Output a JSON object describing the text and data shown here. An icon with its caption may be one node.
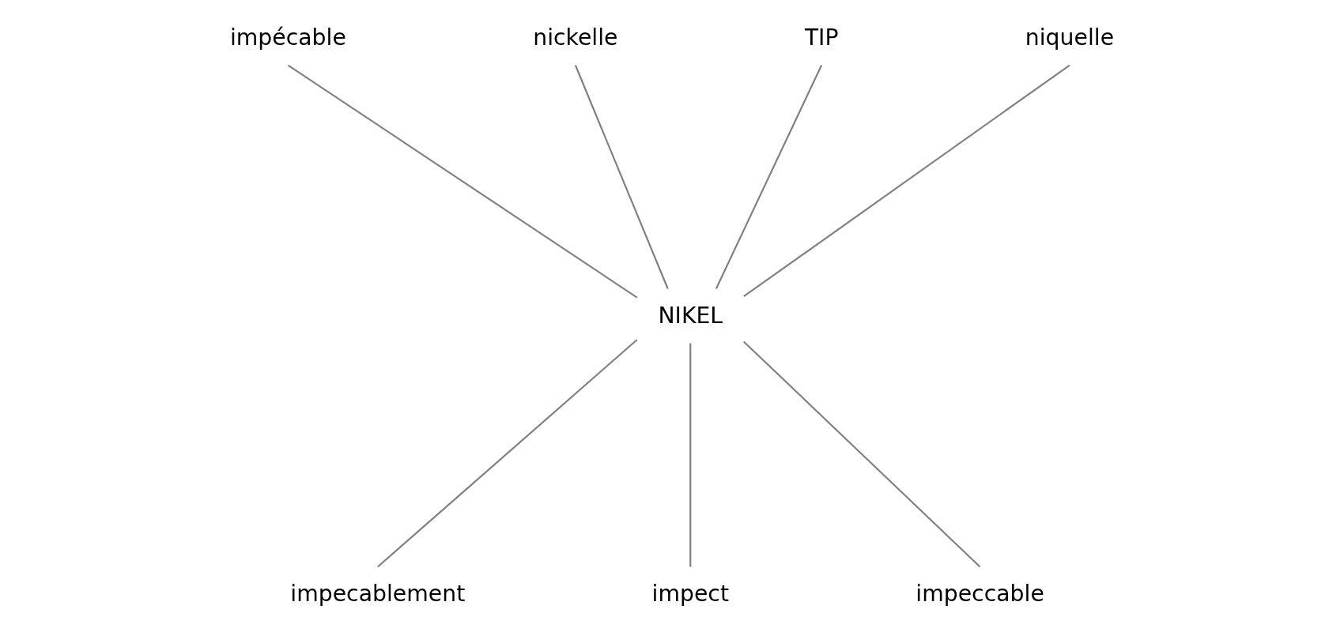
{
  "diagram": {
    "nodes": [
      {
        "text": [
          "nickelle"
        ]
      },
      {
        "text": [
          "TIP"
        ]
      },
      {
        "text": [
          "impécable"
        ]
      },
      {
        "text": [
          "niquelle"
        ]
      },
      {
        "text": [
          "NIKEL"
        ]
      },
      {
        "text": [
          "impecablement"
        ]
      },
      {
        "text": [
          "impeccable"
        ]
      },
      {
        "text": [
          "impect"
        ]
      }
    ],
    "edges": [
      {
        "from": 2,
        "to": 4,
        "arrow": "none"
      },
      {
        "from": 0,
        "to": 4,
        "arrow": "none"
      },
      {
        "from": 1,
        "to": 4,
        "arrow": "none"
      },
      {
        "from": 3,
        "to": 4,
        "arrow": "none"
      },
      {
        "from": 4,
        "to": 5,
        "arrow": "none"
      },
      {
        "from": 4,
        "to": 7,
        "arrow": "none"
      },
      {
        "from": 4,
        "to": 6,
        "arrow": "none"
      }
    ]
  }
}
